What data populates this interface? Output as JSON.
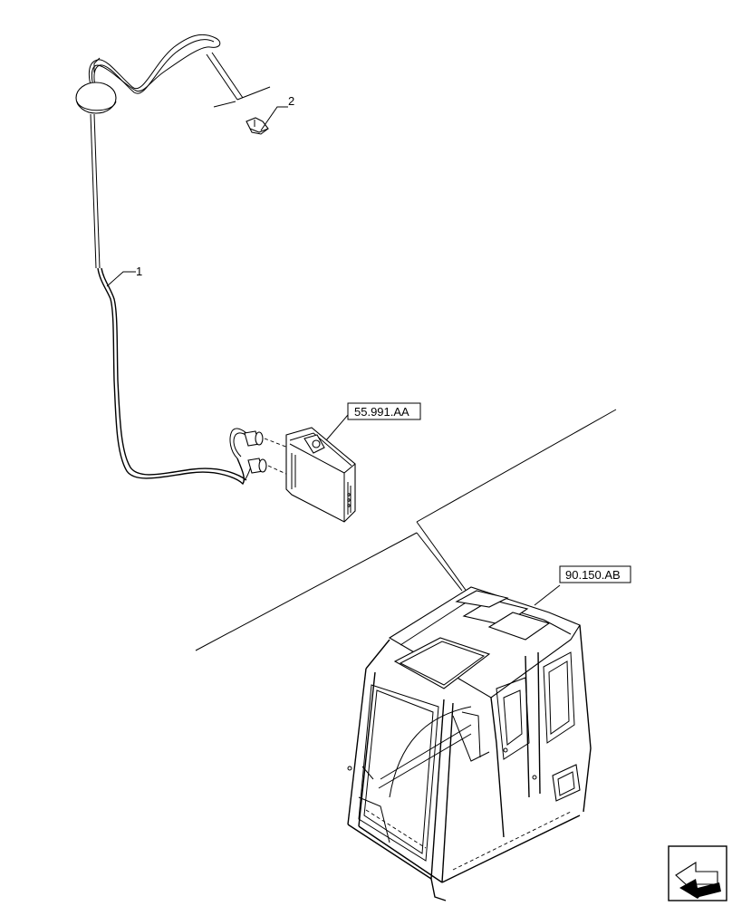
{
  "callouts": {
    "item_1": "1",
    "item_2": "2"
  },
  "references": {
    "control_unit": "55.991.AA",
    "cab": "90.150.AB"
  },
  "icons": {
    "navigation": "arrow-icon"
  }
}
